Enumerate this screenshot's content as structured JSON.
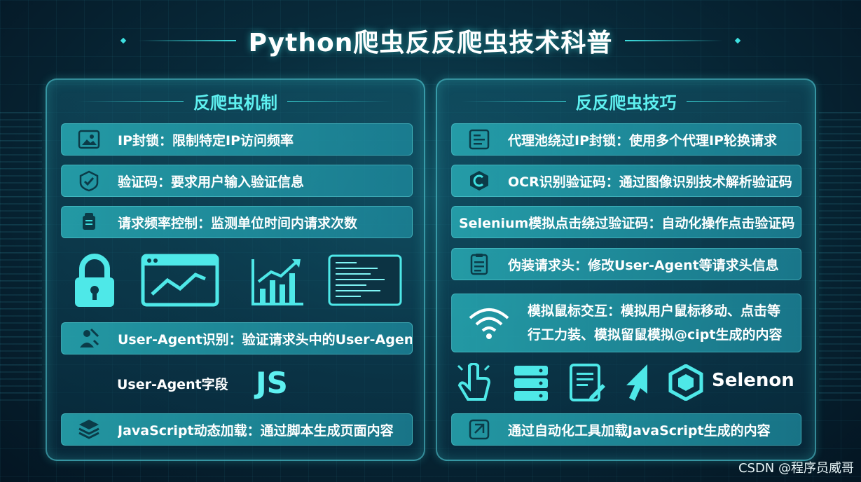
{
  "title": "Python爬虫反反爬虫技术科普",
  "left_panel": {
    "title": "反爬虫机制",
    "items": [
      {
        "icon": "ip-block-icon",
        "label": "IP封锁：限制特定IP访问频率"
      },
      {
        "icon": "captcha-icon",
        "label": "验证码：要求用户输入验证信息"
      },
      {
        "icon": "rate-limit-icon",
        "label": "请求频率控制：监测单位时间内请求次数"
      },
      {
        "icon": "user-agent-icon",
        "label": "User-Agent识别：验证请求头中的User-Agent"
      },
      {
        "icon": "js-load-icon",
        "label": "JavaScript动态加载：通过脚本生成页面内容"
      }
    ],
    "extra_label": "User-Agent字段",
    "js_label": "JS",
    "illustrations": [
      "lock-icon",
      "browser-chart-icon",
      "bar-chart-icon",
      "code-window-icon"
    ]
  },
  "right_panel": {
    "title": "反反爬虫技巧",
    "items": [
      {
        "icon": "proxy-pool-icon",
        "label": "代理池绕过IP封锁：使用多个代理IP轮换请求"
      },
      {
        "icon": "ocr-icon",
        "label": "OCR识别验证码：通过图像识别技术解析验证码"
      },
      {
        "icon": "",
        "label": "Selenium模拟点击绕过验证码：自动化操作点击验证码"
      },
      {
        "icon": "fake-header-icon",
        "label": "伪装请求头：修改User-Agent等请求头信息"
      },
      {
        "icon": "automation-icon",
        "label": "通过自动化工具加载JavaScript生成的内容"
      }
    ],
    "mouse_item": {
      "icon": "wifi-icon",
      "line1": "模拟鼠标交互：模拟用户鼠标移动、点击等",
      "line2": "行工力装、模拟留鼠模拟@cipt生成的内容"
    },
    "illustrations": [
      "touch-icon",
      "server-icon",
      "document-edit-icon",
      "cursor-icon",
      "selenium-logo-icon"
    ],
    "selenon_label": "Selenon"
  },
  "watermark": "CSDN @程序员威哥",
  "colors": {
    "accent": "#3ee0e0",
    "row": "#2aa7b4",
    "bg": "#082a3a"
  }
}
